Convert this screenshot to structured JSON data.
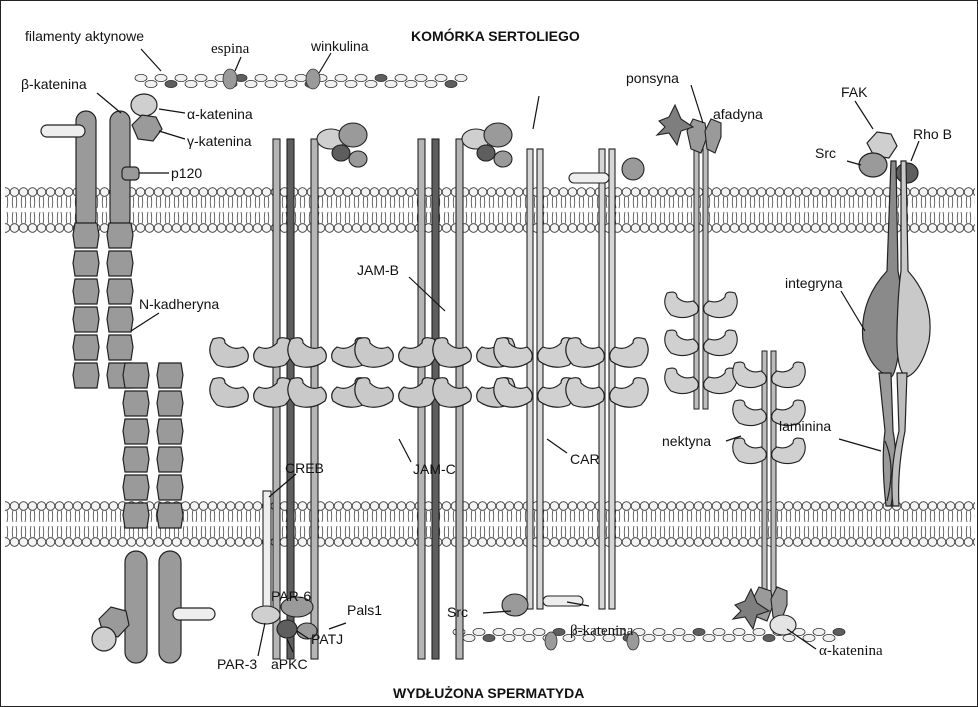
{
  "titles": {
    "top": "KOMÓRKA SERTOLIEGO",
    "bottom": "WYDŁUŻONA SPERMATYDA"
  },
  "labels": {
    "filamenty": "filamenty aktynowe",
    "espina": "espina",
    "winkulina": "winkulina",
    "b_katenina": "β-katenina",
    "a_katenina": "α-katenina",
    "g_katenina": "γ-katenina",
    "p120": "p120",
    "n_kadheryna": "N-kadheryna",
    "jam_b": "JAM-B",
    "jam_c": "JAM-C",
    "creb": "CREB",
    "par6": "PAR-6",
    "pals1": "Pals1",
    "patj": "PATJ",
    "par3": "PAR-3",
    "apkc": "aPKC",
    "car": "CAR",
    "src_bottom": "Src",
    "b_katenina_bottom": "β-katenina",
    "ponsyna": "ponsyna",
    "afadyna": "afadyna",
    "nektyna": "nektyna",
    "a_katenina_bottom": "α-katenina",
    "fak": "FAK",
    "src_top": "Src",
    "rho_b": "Rho B",
    "integryna": "integryna",
    "laminina": "laminina"
  },
  "colors": {
    "membrane_fill": "#f3f3f3",
    "protein_mid": "#9a9a9a",
    "protein_light": "#cfcfcf",
    "protein_dark": "#5e5e5e",
    "protein_white": "#eeeeee"
  }
}
